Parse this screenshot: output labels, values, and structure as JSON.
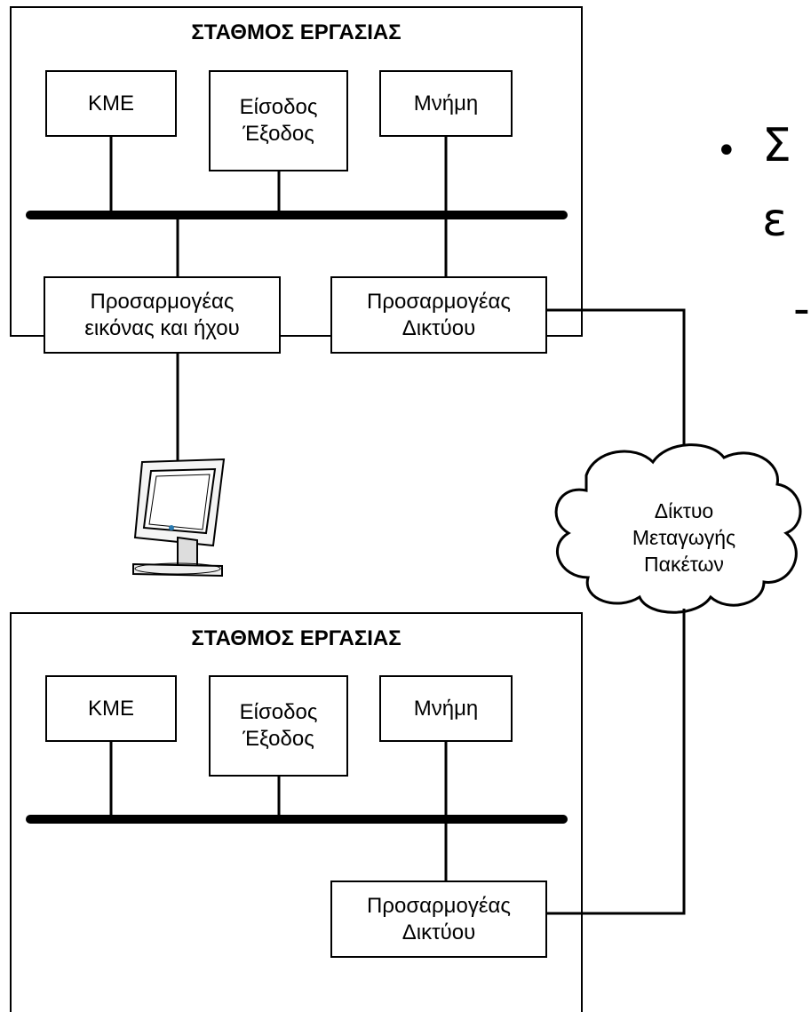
{
  "station_top": {
    "title": "ΣΤΑΘΜΟΣ ΕΡΓΑΣΙΑΣ",
    "cpu": "ΚΜΕ",
    "io_line1": "Είσοδος",
    "io_line2": "Έξοδος",
    "memory": "Μνήμη",
    "av_adapter_line1": "Προσαρμογέας",
    "av_adapter_line2": "εικόνας και ήχου",
    "net_adapter_line1": "Προσαρμογέας",
    "net_adapter_line2": "Δικτύου"
  },
  "station_bottom": {
    "title": "ΣΤΑΘΜΟΣ ΕΡΓΑΣΙΑΣ",
    "cpu": "ΚΜΕ",
    "io_line1": "Είσοδος",
    "io_line2": "Έξοδος",
    "memory": "Μνήμη",
    "net_adapter_line1": "Προσαρμογέας",
    "net_adapter_line2": "Δικτύου"
  },
  "cloud": {
    "line1": "Δίκτυο",
    "line2": "Μεταγωγής",
    "line3": "Πακέτων"
  },
  "slide_text": {
    "bullet": "•",
    "line1": "Σ",
    "line2": "ε",
    "dash": "-"
  }
}
